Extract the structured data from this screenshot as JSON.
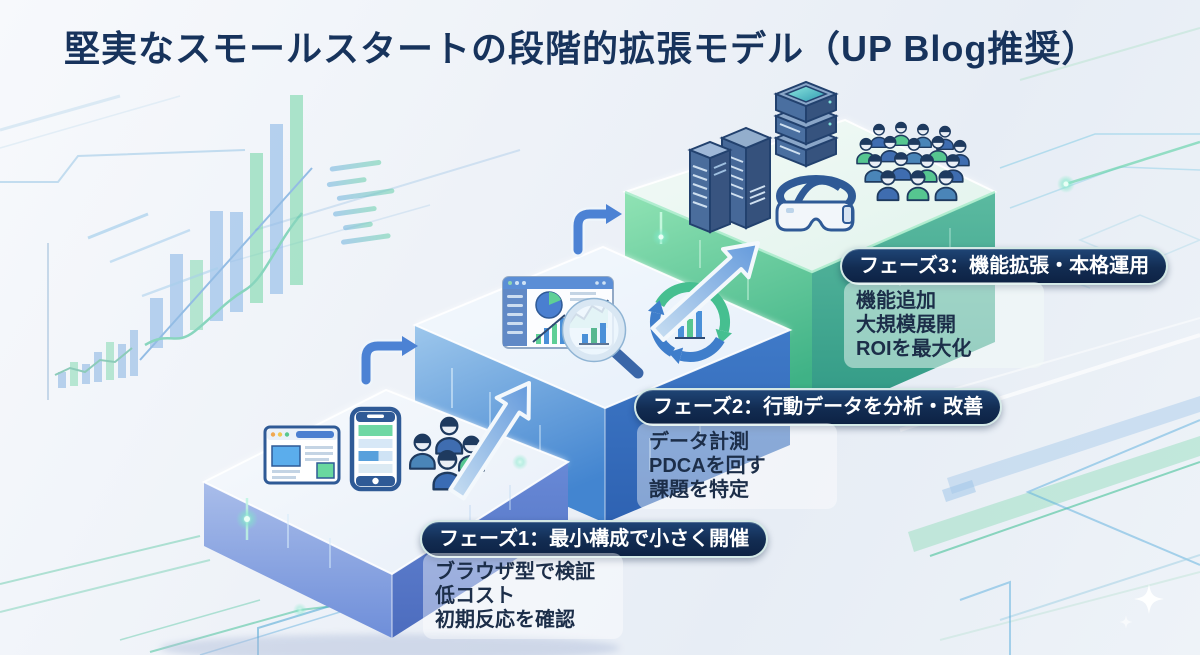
{
  "title": "堅実なスモールスタートの段階的拡張モデル（UP Blog推奨）",
  "phases": [
    {
      "badge": "フェーズ1：最小構成で小さく開催",
      "points": [
        "ブラウザ型で検証",
        "低コスト",
        "初期反応を確認"
      ],
      "icons": [
        "browser-icon",
        "smartphone-icon",
        "user-group-icon"
      ]
    },
    {
      "badge": "フェーズ2：行動データを分析・改善",
      "points": [
        "データ計測",
        "PDCAを回す",
        "課題を特定"
      ],
      "icons": [
        "dashboard-icon",
        "magnifier-icon",
        "pdca-cycle-icon"
      ]
    },
    {
      "badge": "フェーズ3：機能拡張・本格運用",
      "points": [
        "機能追加",
        "大規模展開",
        "ROIを最大化"
      ],
      "icons": [
        "server-rack-icon",
        "server-stack-icon",
        "vr-headset-icon",
        "crowd-icon"
      ]
    }
  ],
  "colors": {
    "title_text": "#17335c",
    "body_text": "#1c2e49",
    "badge_bg": "#122c52",
    "badge_text": "#ffffff",
    "phase1_platform": "#7d97d9",
    "phase2_platform": "#4688d2",
    "phase3_platform": "#41b487",
    "accent_blue": "#4a7fd0",
    "accent_green": "#46c08e"
  }
}
